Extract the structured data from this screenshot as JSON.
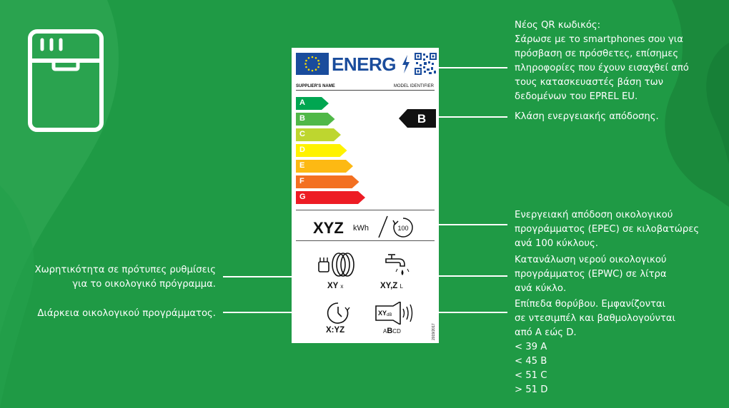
{
  "colors": {
    "background": "#1f9a45",
    "eu_blue": "#1a4c9c",
    "class_colors": [
      "#00a651",
      "#50b848",
      "#bed62f",
      "#fff200",
      "#fdb913",
      "#f37021",
      "#ed1c24"
    ]
  },
  "icons": {
    "appliance": "dishwasher-icon",
    "qr": "qr-code-icon",
    "dishes": "plates-icon",
    "water": "water-tap-icon",
    "duration": "clock-icon",
    "noise": "speaker-icon",
    "cycles": "cycle-100-icon"
  },
  "label": {
    "energy_word": "ENERG",
    "supplier": "SUPPLIER'S NAME",
    "model": "MODEL IDENTIFIER",
    "classes": [
      "A",
      "B",
      "C",
      "D",
      "E",
      "F",
      "G"
    ],
    "current_class": "B",
    "energy_value": "XYZ",
    "energy_unit": "kWh",
    "cycles_value": "100",
    "capacity_value": "XY",
    "capacity_unit": "x",
    "water_value": "XY,Z",
    "water_unit": "L",
    "duration_value": "X:YZ",
    "noise_value": "XY",
    "noise_unit": "dB",
    "noise_scale_a": "A",
    "noise_scale_b": "B",
    "noise_scale_cd": "CD",
    "regulation": "2019/2017"
  },
  "callouts": {
    "qr": [
      "Νέος QR κωδικός:",
      "Σάρωσε με το smartphones σου για",
      "πρόσβαση σε πρόσθετες, επίσημες",
      "πληροφορίες που έχουν εισαχθεί από",
      "τους κατασκευαστές βάση των",
      "δεδομένων του EPREL EU."
    ],
    "class": "Κλάση ενεργειακής απόδοσης.",
    "epec": [
      "Ενεργειακή απόδοση οικολογικού",
      "προγράμματος (EPEC) σε κιλοβατώρες",
      "ανά 100 κύκλους."
    ],
    "epwc": [
      "Κατανάλωση νερού οικολογικού",
      "προγράμματος (EPWC) σε λίτρα",
      "ανά κύκλο."
    ],
    "noise": [
      "Επίπεδα θορύβου. Εμφανίζονται",
      "σε ντεσιμπέλ και βαθμολογούνται",
      "από A εώς D."
    ],
    "noise_levels": [
      "< 39  A",
      "< 45  B",
      "< 51  C",
      "> 51  D"
    ],
    "capacity": [
      "Χωρητικότητα σε πρότυπες ρυθμίσεις",
      "για το οικολογικό πρόγραμμα."
    ],
    "duration": "Διάρκεια οικολογικού προγράμματος."
  }
}
